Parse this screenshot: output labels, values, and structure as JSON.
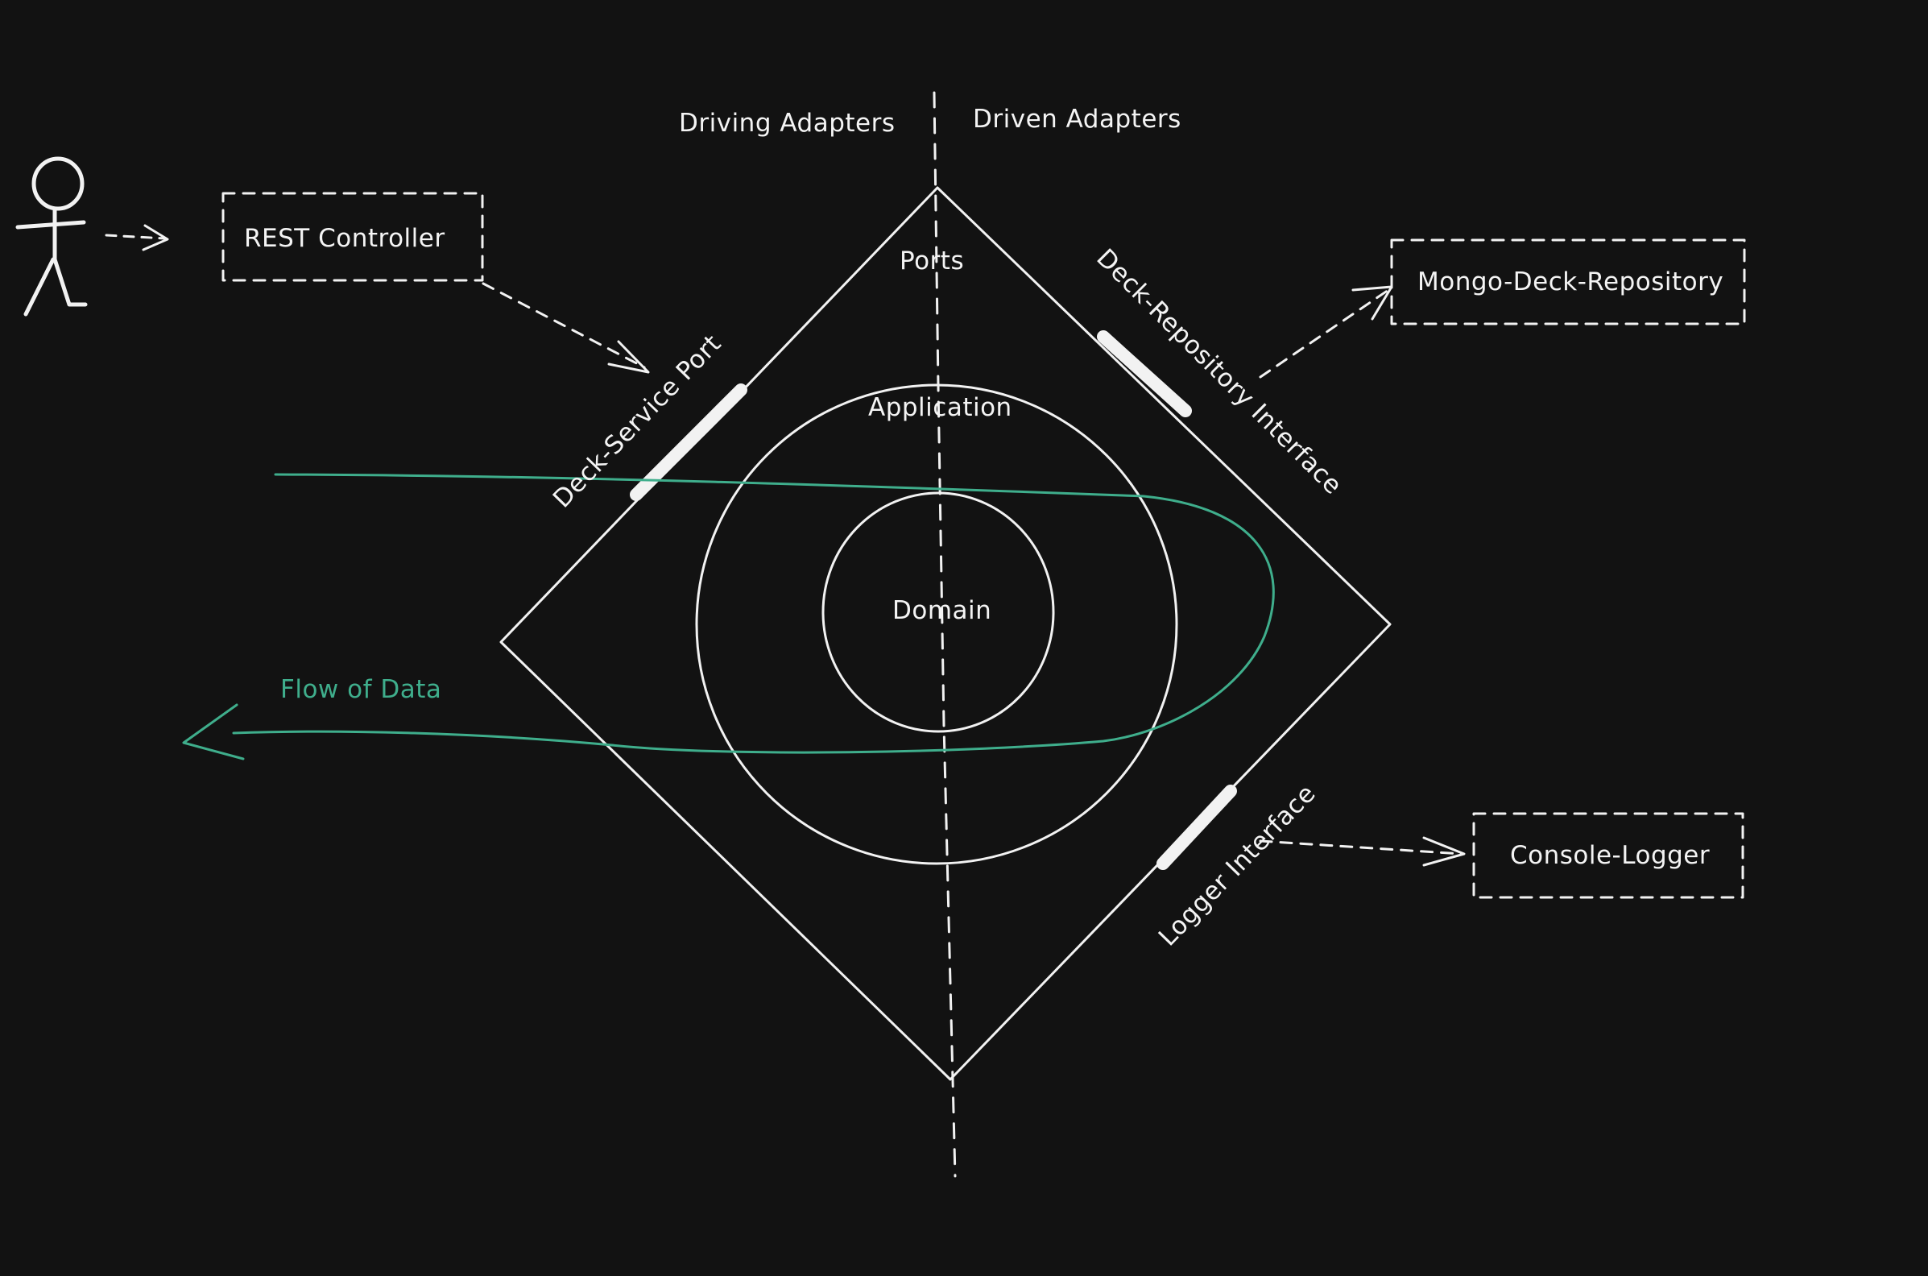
{
  "labels": {
    "driving_adapters": "Driving Adapters",
    "driven_adapters": "Driven Adapters",
    "ports": "Ports",
    "application": "Application",
    "domain": "Domain",
    "rest_controller": "REST Controller",
    "mongo_repository": "Mongo-Deck-Repository",
    "console_logger": "Console-Logger",
    "deck_service_port": "Deck-Service Port",
    "deck_repository_interface": "Deck-Repository Interface",
    "logger_interface": "Logger Interface",
    "flow_of_data": "Flow of Data"
  },
  "colors": {
    "background": "#121212",
    "line": "#f2f2f2",
    "flow": "#3fae8c"
  },
  "icons": {
    "actor": "stick-figure-icon"
  }
}
